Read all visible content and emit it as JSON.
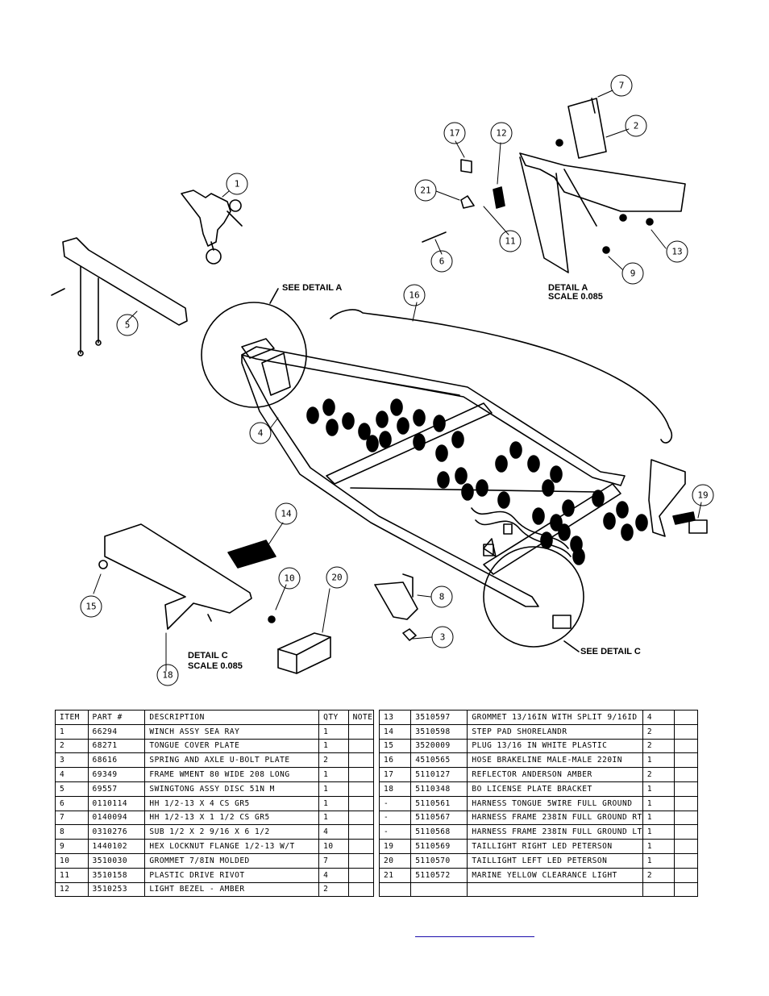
{
  "drawing": {
    "callouts": [
      "1",
      "2",
      "3",
      "4",
      "5",
      "6",
      "7",
      "8",
      "9",
      "10",
      "11",
      "12",
      "13",
      "14",
      "15",
      "16",
      "17",
      "18",
      "19",
      "20",
      "21"
    ],
    "detail_a_ref": "SEE DETAIL A",
    "detail_a_title": "DETAIL A",
    "detail_a_scale": "SCALE 0.085",
    "detail_c_ref": "SEE DETAIL C",
    "detail_c_title": "DETAIL C",
    "detail_c_scale": "SCALE 0.085"
  },
  "bom": {
    "headers": [
      "ITEM",
      "PART #",
      "DESCRIPTION",
      "QTY",
      "NOTE"
    ],
    "left_rows": [
      [
        "1",
        "66294",
        "WINCH ASSY   SEA RAY",
        "1",
        ""
      ],
      [
        "2",
        "68271",
        "TONGUE COVER PLATE",
        "1",
        ""
      ],
      [
        "3",
        "68616",
        "SPRING AND AXLE U-BOLT PLATE",
        "2",
        ""
      ],
      [
        "4",
        "69349",
        "FRAME WMENT 80 WIDE 208 LONG",
        "1",
        ""
      ],
      [
        "5",
        "69557",
        "SWINGTONG ASSY DISC 51N M",
        "1",
        ""
      ],
      [
        "6",
        "0110114",
        "HH 1/2-13 X 4 CS GR5",
        "1",
        ""
      ],
      [
        "7",
        "0140094",
        "HH 1/2-13 X 1 1/2 CS GR5",
        "1",
        ""
      ],
      [
        "8",
        "0310276",
        "SUB 1/2 X 2 9/16 X 6 1/2",
        "4",
        ""
      ],
      [
        "9",
        "1440102",
        "HEX LOCKNUT FLANGE 1/2-13 W/T",
        "10",
        ""
      ],
      [
        "10",
        "3510030",
        "GROMMET  7/8IN MOLDED",
        "7",
        ""
      ],
      [
        "11",
        "3510158",
        "PLASTIC DRIVE RIVOT",
        "4",
        ""
      ],
      [
        "12",
        "3510253",
        "LIGHT BEZEL - AMBER",
        "2",
        ""
      ]
    ],
    "right_rows": [
      [
        "13",
        "3510597",
        "GROMMET 13/16IN  WITH SPLIT 9/16ID",
        "4",
        ""
      ],
      [
        "14",
        "3510598",
        "STEP PAD SHORELANDR",
        "2",
        ""
      ],
      [
        "15",
        "3520009",
        "PLUG 13/16 IN WHITE PLASTIC",
        "2",
        ""
      ],
      [
        "16",
        "4510565",
        "HOSE BRAKELINE MALE-MALE 220IN",
        "1",
        ""
      ],
      [
        "17",
        "5110127",
        "REFLECTOR ANDERSON AMBER",
        "2",
        ""
      ],
      [
        "18",
        "5110348",
        "BO LICENSE PLATE BRACKET",
        "1",
        ""
      ],
      [
        "-",
        "5110561",
        "HARNESS TONGUE 5WIRE FULL GROUND",
        "1",
        ""
      ],
      [
        "-",
        "5110567",
        "HARNESS FRAME 238IN FULL GROUND RT",
        "1",
        ""
      ],
      [
        "-",
        "5110568",
        "HARNESS FRAME 238IN FULL GROUND LT",
        "1",
        ""
      ],
      [
        "19",
        "5110569",
        "TAILLIGHT RIGHT LED PETERSON",
        "1",
        ""
      ],
      [
        "20",
        "5110570",
        "TAILLIGHT LEFT LED PETERSON",
        "1",
        ""
      ],
      [
        "21",
        "5110572",
        "MARINE YELLOW CLEARANCE LIGHT",
        "2",
        ""
      ],
      [
        "",
        "",
        "",
        "",
        ""
      ]
    ]
  }
}
